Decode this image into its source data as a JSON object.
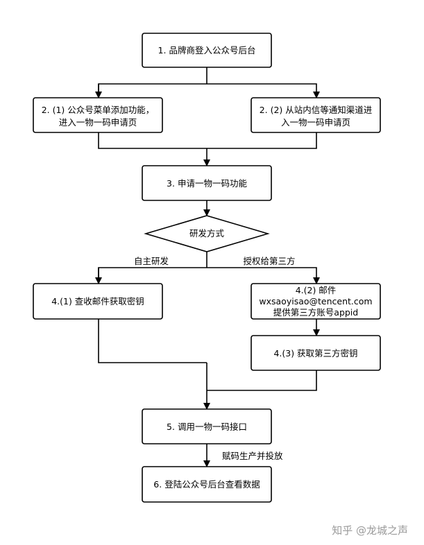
{
  "flowchart": {
    "steps": {
      "step1": "1. 品牌商登入公众号后台",
      "step2a": [
        "2. (1) 公众号菜单添加功能，",
        "进入一物一码申请页"
      ],
      "step2b": [
        "2. (2) 从站内信等通知渠道进",
        "入一物一码申请页"
      ],
      "step3": "3. 申请一物一码功能",
      "decision": "研发方式",
      "step4a": "4.(1) 查收邮件获取密钥",
      "step4b": [
        "4.(2) 邮件",
        "wxsaoyisao@tencent.com",
        "提供第三方账号appid"
      ],
      "step4c": "4.(3) 获取第三方密钥",
      "step5": "5. 调用一物一码接口",
      "step6": "6. 登陆公众号后台查看数据"
    },
    "edge_labels": {
      "self_dev": "自主研发",
      "third_party": "授权给第三方",
      "produce": "赋码生产并投放"
    }
  },
  "watermark": "知乎 @龙城之声"
}
